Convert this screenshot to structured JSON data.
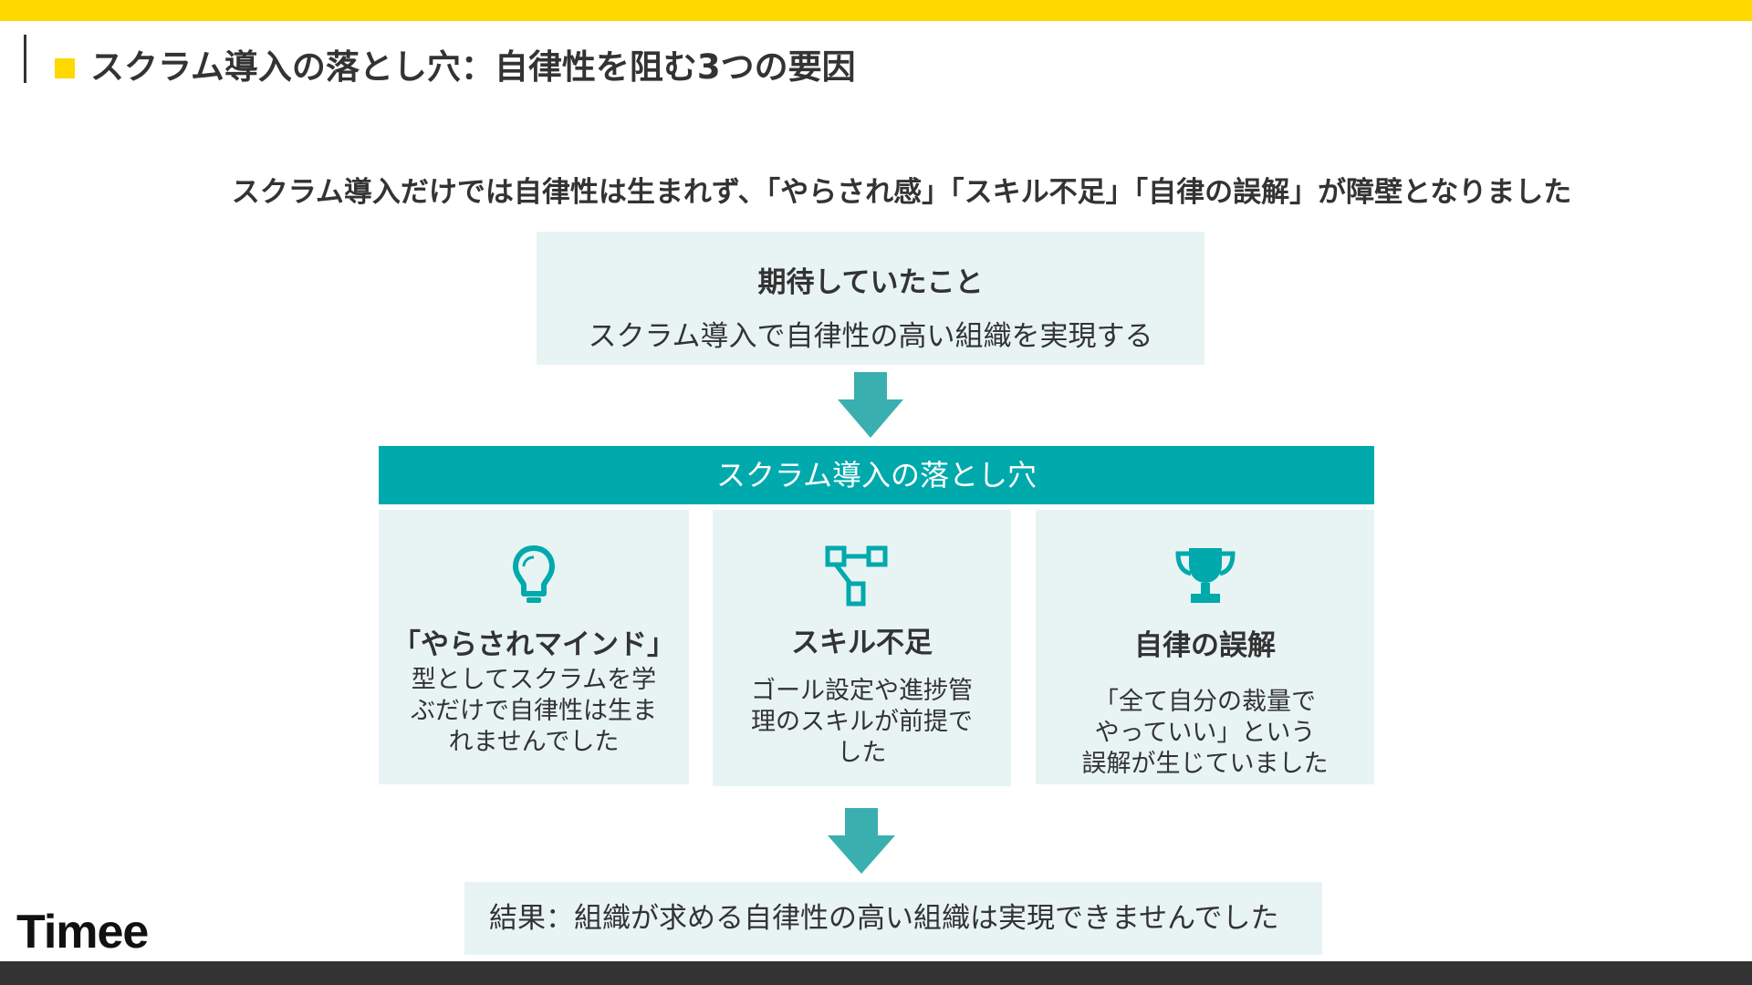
{
  "slide": {
    "title": "スクラム導入の落とし穴：自律性を阻む3つの要因",
    "lead": "スクラム導入だけでは自律性は生まれず、「やらされ感」「スキル不足」「自律の誤解」が障壁となりました"
  },
  "expectation": {
    "heading": "期待していたこと",
    "text": "スクラム導入で自律性の高い組織を実現する"
  },
  "pitfalls": {
    "header": "スクラム導入の落とし穴",
    "cards": [
      {
        "icon": "lightbulb-icon",
        "title": "「やらされマインド」",
        "lines": [
          "型としてスクラムを学",
          "ぶだけで自律性は生ま",
          "れませんでした"
        ]
      },
      {
        "icon": "hierarchy-icon",
        "title": "スキル不足",
        "lines": [
          "ゴール設定や進捗管",
          "理のスキルが前提で",
          "した"
        ]
      },
      {
        "icon": "trophy-icon",
        "title": "自律の誤解",
        "lines": [
          "「全て自分の裁量で",
          "やっていい」という",
          "誤解が生じていました"
        ]
      }
    ]
  },
  "result": {
    "text": "結果：組織が求める自律性の高い組織は実現できませんでした"
  },
  "brand": {
    "logo": "Timee"
  },
  "colors": {
    "accent_yellow": "#FFD800",
    "teal": "#00A9AC",
    "arrow_teal": "#3AAFAF",
    "box_bg": "#E8F4F4",
    "text_dark": "#333333",
    "footer_bar": "#333333"
  }
}
